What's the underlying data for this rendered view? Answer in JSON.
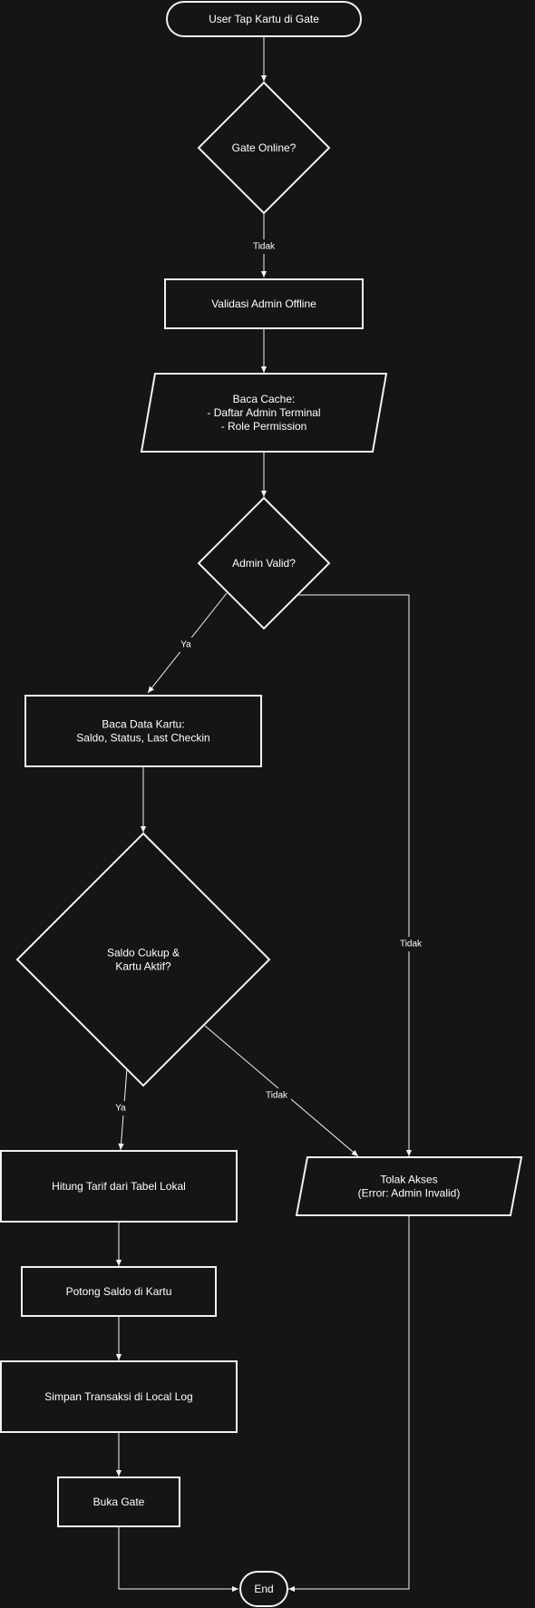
{
  "diagram": {
    "type": "flowchart",
    "nodes": {
      "start": {
        "shape": "terminator",
        "lines": [
          "User Tap Kartu di Gate"
        ]
      },
      "gate_online": {
        "shape": "decision",
        "lines": [
          "Gate Online?"
        ]
      },
      "validasi": {
        "shape": "process",
        "lines": [
          "Validasi Admin Offline"
        ]
      },
      "baca_cache": {
        "shape": "io",
        "lines": [
          "Baca Cache:",
          "- Daftar Admin Terminal",
          "- Role Permission"
        ]
      },
      "admin_valid": {
        "shape": "decision",
        "lines": [
          "Admin Valid?"
        ]
      },
      "baca_kartu": {
        "shape": "process",
        "lines": [
          "Baca Data Kartu:",
          "Saldo, Status, Last Checkin"
        ]
      },
      "saldo_cukup": {
        "shape": "decision",
        "lines": [
          "Saldo Cukup &",
          "Kartu Aktif?"
        ]
      },
      "hitung_tarif": {
        "shape": "process",
        "lines": [
          "Hitung Tarif dari Tabel Lokal"
        ]
      },
      "tolak_akses": {
        "shape": "io",
        "lines": [
          "Tolak Akses",
          "(Error: Admin Invalid)"
        ]
      },
      "potong_saldo": {
        "shape": "process",
        "lines": [
          "Potong Saldo di Kartu"
        ]
      },
      "simpan_transaksi": {
        "shape": "process",
        "lines": [
          "Simpan Transaksi di Local Log"
        ]
      },
      "buka_gate": {
        "shape": "process",
        "lines": [
          "Buka Gate"
        ]
      },
      "end": {
        "shape": "terminator",
        "lines": [
          "End"
        ]
      }
    },
    "edges": [
      {
        "from": "start",
        "to": "gate_online",
        "label": ""
      },
      {
        "from": "gate_online",
        "to": "validasi",
        "label": "Tidak"
      },
      {
        "from": "validasi",
        "to": "baca_cache",
        "label": ""
      },
      {
        "from": "baca_cache",
        "to": "admin_valid",
        "label": ""
      },
      {
        "from": "admin_valid",
        "to": "baca_kartu",
        "label": "Ya"
      },
      {
        "from": "admin_valid",
        "to": "tolak_akses",
        "label": "Tidak"
      },
      {
        "from": "baca_kartu",
        "to": "saldo_cukup",
        "label": ""
      },
      {
        "from": "saldo_cukup",
        "to": "hitung_tarif",
        "label": "Ya"
      },
      {
        "from": "saldo_cukup",
        "to": "tolak_akses",
        "label": "Tidak"
      },
      {
        "from": "hitung_tarif",
        "to": "potong_saldo",
        "label": ""
      },
      {
        "from": "potong_saldo",
        "to": "simpan_transaksi",
        "label": ""
      },
      {
        "from": "simpan_transaksi",
        "to": "buka_gate",
        "label": ""
      },
      {
        "from": "buka_gate",
        "to": "end",
        "label": ""
      },
      {
        "from": "tolak_akses",
        "to": "end",
        "label": ""
      }
    ]
  }
}
